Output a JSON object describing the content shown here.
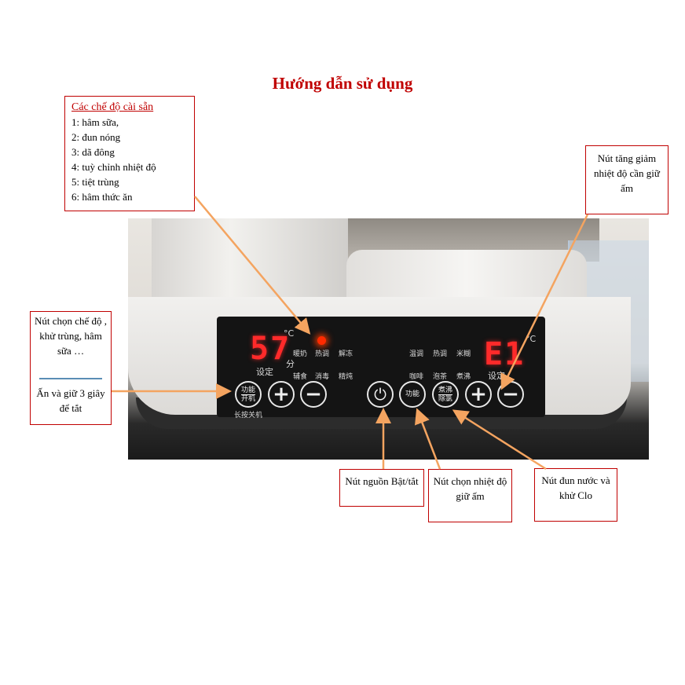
{
  "title": "Hướng dẫn sử dụng",
  "presets": {
    "heading": "Các chế độ cài sẵn",
    "items": [
      "1: hâm sữa,",
      "2: đun nóng",
      "3: dã đông",
      "4: tuỳ chỉnh nhiệt độ",
      "5: tiệt trùng",
      "6: hâm thức ăn"
    ]
  },
  "callouts": {
    "temp_buttons": "Nút tăng giảm nhiệt độ cần giữ ấm",
    "mode_button": "Nút chọn chế độ , khử trùng, hâm sữa …",
    "hold_off": "Ấn và giữ 3 giây để tắt",
    "power_button": "Nút nguồn Bật/tắt",
    "keep_warm_button": "Nút chọn nhiệt độ giữ ấm",
    "boil_button": "Nút đun nước và khử Clo"
  },
  "panel": {
    "left_display": "57",
    "right_display": "E1",
    "unit_c": "°C",
    "unit_min": "分",
    "set_label": "设定",
    "left_modes": [
      "暖奶",
      "热调",
      "解冻",
      "辅食",
      "消毒",
      "精炖"
    ],
    "right_modes": [
      "温调",
      "热调",
      "米糊",
      "咖啡",
      "泡茶",
      "煮沸"
    ],
    "func_on_top": "功能",
    "func_on_bottom": "开机",
    "long_press": "长按关机",
    "func_label": "功能",
    "boil_top": "煮沸",
    "boil_bottom": "除氯",
    "plus": "+",
    "minus": "−",
    "power_icon": "⏻"
  },
  "colors": {
    "accent": "#c00000",
    "arrow": "#f4a460",
    "led": "#ff2a2a"
  }
}
